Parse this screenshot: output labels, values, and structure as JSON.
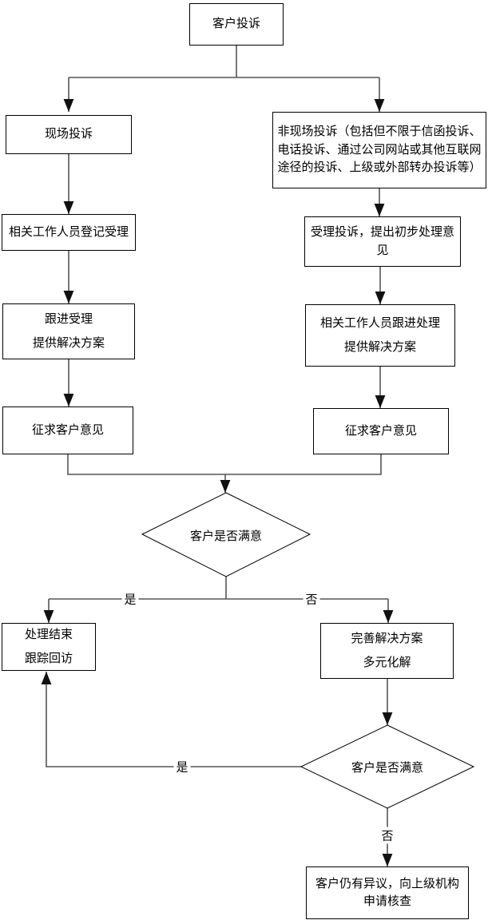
{
  "nodes": {
    "start": "客户投诉",
    "onsite": "现场投诉",
    "offsite": "非现场投诉（包括但不限于信函投诉、电话投诉、通过公司网站或其他互联网途径的投诉、上级或外部转办投诉等）",
    "register": "相关工作人员登记受理",
    "accept": "受理投诉，提出初步处理意见",
    "follow_onsite": "跟进受理\n提供解决方案",
    "follow_offsite": "相关工作人员跟进处理\n提供解决方案",
    "ask_left": "征求客户意见",
    "ask_right": "征求客户意见",
    "decision1": "客户是否满意",
    "end_close": "处理结束\n跟踪回访",
    "improve": "完善解决方案\n多元化解",
    "decision2": "客户是否满意",
    "escalate": "客户仍有异议，向上级机构申请核查"
  },
  "edge_labels": {
    "yes1": "是",
    "no1": "否",
    "yes2": "是",
    "no2": "否"
  },
  "colors": {
    "background": "#ffffff",
    "box_border": "#000000",
    "connector": "#555555",
    "arrowhead": "#111111",
    "text": "#000000"
  }
}
